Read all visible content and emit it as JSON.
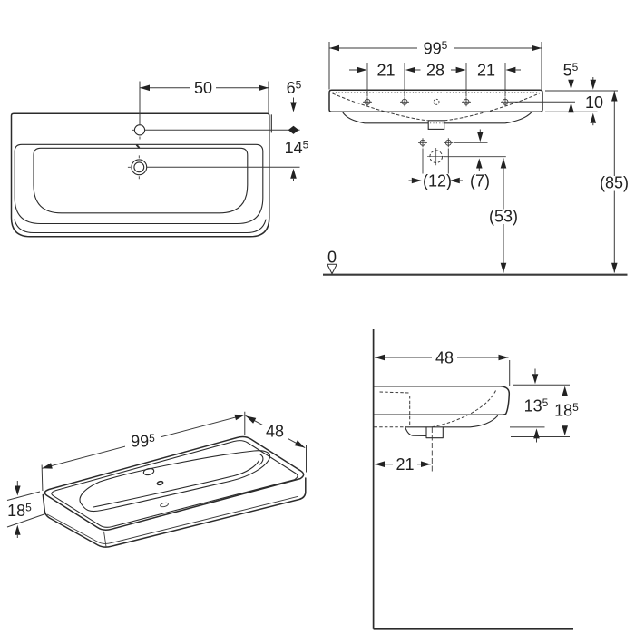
{
  "drawing": {
    "type": "washbasin-dimension-drawing",
    "line_color": "#2b2b2b",
    "background": "#ffffff"
  },
  "front_view": {
    "tap_offset": {
      "value": "50"
    },
    "edge_to_tap": {
      "value": "6",
      "sup": "5"
    },
    "tap_to_drain": {
      "value": "14",
      "sup": "5"
    }
  },
  "installation_view": {
    "width": {
      "value": "99",
      "sup": "5"
    },
    "tap_left": {
      "value": "21"
    },
    "tap_mid": {
      "value": "28"
    },
    "tap_right": {
      "value": "21"
    },
    "edge_drop": {
      "value": "5",
      "sup": "5"
    },
    "thickness": {
      "value": "10"
    },
    "overall_height": {
      "value": "(85)"
    },
    "drain_height": {
      "value": "(53)"
    },
    "bracket_span": {
      "value": "(12)"
    },
    "bracket_offset": {
      "value": "(7)"
    },
    "datum": {
      "value": "0"
    }
  },
  "perspective_view": {
    "width": {
      "value": "99",
      "sup": "5"
    },
    "depth": {
      "value": "48"
    },
    "height": {
      "value": "18",
      "sup": "5"
    }
  },
  "side_view": {
    "depth": {
      "value": "48"
    },
    "basin_depth": {
      "value": "13",
      "sup": "5"
    },
    "height": {
      "value": "18",
      "sup": "5"
    },
    "drain_offset": {
      "value": "21"
    }
  }
}
